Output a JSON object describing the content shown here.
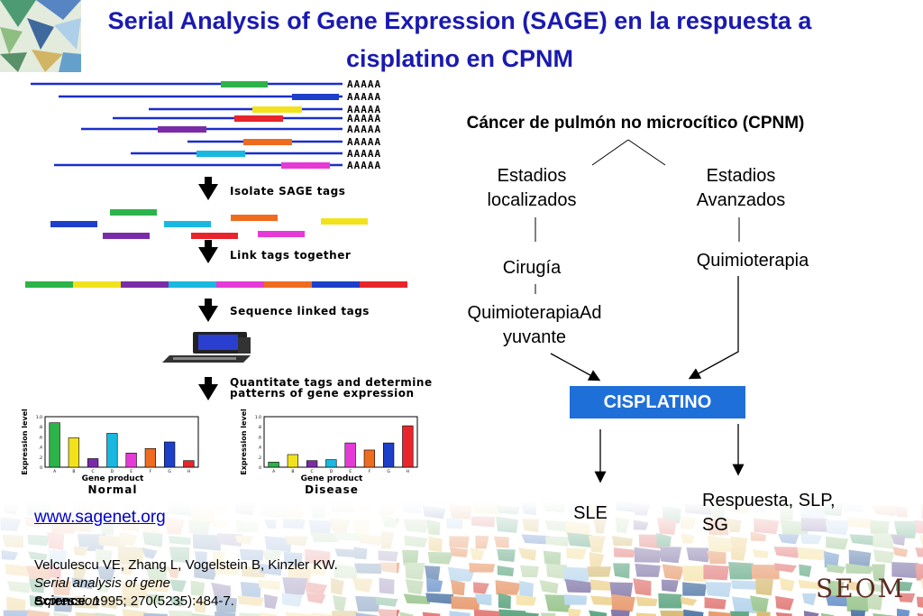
{
  "title": {
    "line1": "Serial Analysis of Gene Expression (SAGE) en la respuesta a",
    "line2": "cisplatino en CPNM"
  },
  "left_figure": {
    "polyA": "AAAAA",
    "steps": [
      "Isolate SAGE tags",
      "Link tags together",
      "Sequence linked tags",
      "Quantitate tags and determine",
      "patterns of gene expression"
    ]
  },
  "chart_data": [
    {
      "type": "bar",
      "title": "Normal",
      "xlabel": "Gene product",
      "ylabel": "Expression level",
      "ylim": [
        0,
        1.0
      ],
      "yticks": [
        "1.0",
        ".8",
        ".6",
        ".4",
        ".2",
        "0"
      ],
      "categories": [
        "A",
        "B",
        "C",
        "D",
        "E",
        "F",
        "G",
        "H"
      ],
      "values": [
        0.88,
        0.58,
        0.17,
        0.67,
        0.28,
        0.37,
        0.5,
        0.13
      ],
      "colors": [
        "#2cb34a",
        "#f2e21c",
        "#7a2ca8",
        "#18b8e0",
        "#e63ad7",
        "#ef6b1f",
        "#1d3fc9",
        "#e8252b"
      ]
    },
    {
      "type": "bar",
      "title": "Disease",
      "xlabel": "Gene product",
      "ylabel": "Expression level",
      "ylim": [
        0,
        1.0
      ],
      "yticks": [
        "1.0",
        ".8",
        ".6",
        ".4",
        ".2",
        "0"
      ],
      "categories": [
        "A",
        "B",
        "C",
        "D",
        "E",
        "F",
        "G",
        "H"
      ],
      "values": [
        0.1,
        0.25,
        0.13,
        0.15,
        0.48,
        0.34,
        0.48,
        0.82
      ],
      "colors": [
        "#2cb34a",
        "#f2e21c",
        "#7a2ca8",
        "#18b8e0",
        "#e63ad7",
        "#ef6b1f",
        "#1d3fc9",
        "#e8252b"
      ]
    }
  ],
  "flow": {
    "root": "Cáncer de pulmón no microcítico (CPNM)",
    "left_stage": "Estadios localizados",
    "right_stage": "Estadios Avanzados",
    "surgery": "Cirugía",
    "adjuvant": "QuimioterapiaAd yuvante",
    "chemo": "Quimioterapia",
    "drug": "CISPLATINO",
    "outcome_left": "SLE",
    "outcome_right": "Respuesta, SLP, SG"
  },
  "link": "www.sagenet.org",
  "reference": {
    "authors": "Velculescu VE, Zhang L, Vogelstein B, Kinzler KW.",
    "title": "Serial analysis of gene expression",
    "journal": "Science",
    "citation": ". 1995; 270(5235):484-7."
  },
  "logo": "SEOM"
}
